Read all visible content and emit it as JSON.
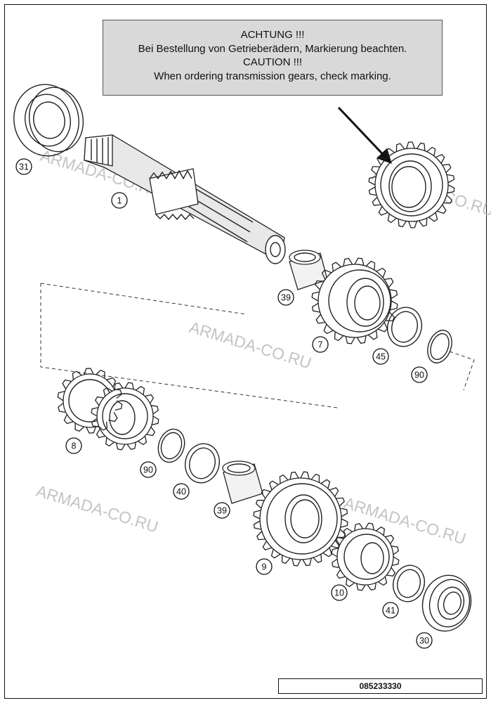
{
  "notice": {
    "line1": "ACHTUNG !!!",
    "line2": "Bei Bestellung von Getrieberädern, Markierung beachten.",
    "line3": "CAUTION !!!",
    "line4": "When ordering transmission gears, check marking."
  },
  "watermark": "ARMADA-CO.RU",
  "part_number": "085233330",
  "callouts": {
    "c31": "31",
    "c1": "1",
    "c39a": "39",
    "c7": "7",
    "c45": "45",
    "c90a": "90",
    "c8": "8",
    "c90b": "90",
    "c40": "40",
    "c39b": "39",
    "c9": "9",
    "c10": "10",
    "c41": "41",
    "c30": "30"
  }
}
